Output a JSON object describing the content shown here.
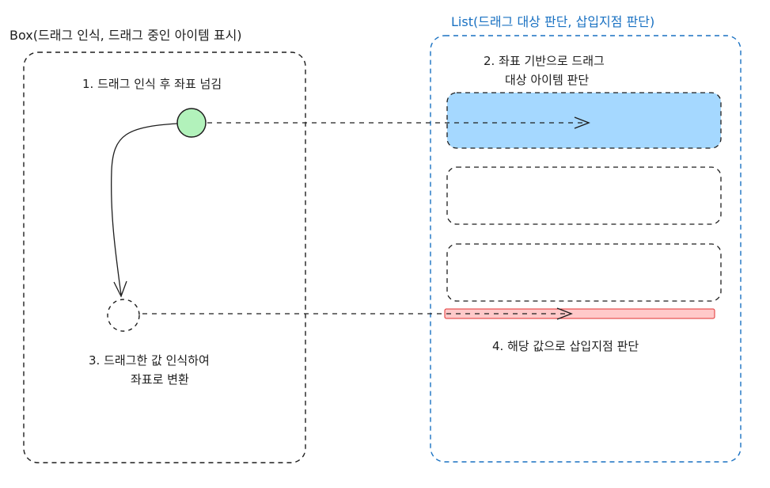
{
  "box": {
    "title": "Box(드래그 인식, 드래그 중인 아이템 표시)"
  },
  "list": {
    "title": "List(드래그 대상 판단, 삽입지점 판단)"
  },
  "steps": {
    "step1": "1. 드래그 인식 후 좌표 넘김",
    "step2_line1": "2. 좌표 기반으로 드래그",
    "step2_line2": "대상 아이템 판단",
    "step3_line1": "3. 드래그한 값 인식하여",
    "step3_line2": "좌표로 변환",
    "step4": "4. 해당 값으로 삽입지점 판단"
  },
  "colors": {
    "stroke": "#1e1e1e",
    "list_border": "#1971c2",
    "drag_point_fill": "#b2f2bb",
    "target_item_fill": "#a5d8ff",
    "insertion_fill": "#ffc9c9",
    "insertion_stroke": "#e03131"
  }
}
